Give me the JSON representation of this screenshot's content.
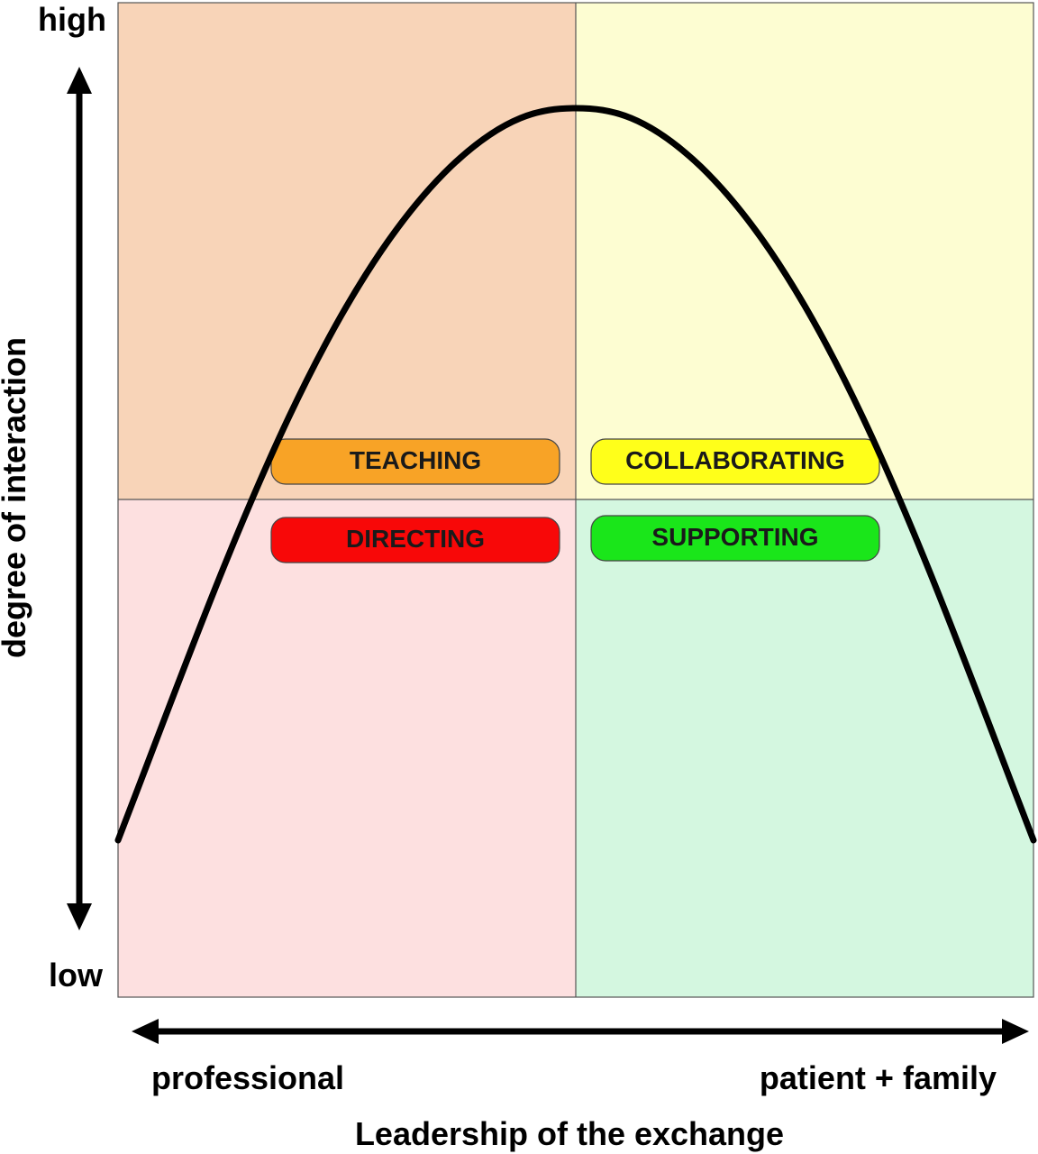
{
  "y_axis": {
    "label": "degree of interaction",
    "high_label": "high",
    "low_label": "low"
  },
  "x_axis": {
    "label": "Leadership of the exchange",
    "left_label": "professional",
    "right_label": "patient + family"
  },
  "quadrants": {
    "top_left_color": "#f8d4b8",
    "top_right_color": "#fdfdd2",
    "bottom_left_color": "#fde0e0",
    "bottom_right_color": "#d4f7e0"
  },
  "styles": {
    "teaching": {
      "label": "TEACHING",
      "color": "#f8a326"
    },
    "collaborating": {
      "label": "COLLABORATING",
      "color": "#ffff1a"
    },
    "directing": {
      "label": "DIRECTING",
      "color": "#f80808"
    },
    "supporting": {
      "label": "SUPPORTING",
      "color": "#1ae61a"
    }
  }
}
